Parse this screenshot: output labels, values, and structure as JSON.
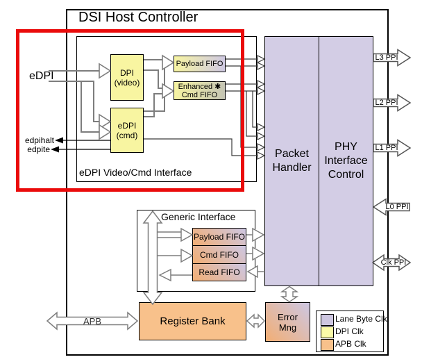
{
  "title": "DSI Host Controller",
  "blocks": {
    "dpi_video": {
      "line1": "DPI",
      "line2": "(video)"
    },
    "edpi_cmd": {
      "line1": "eDPI",
      "line2": "(cmd)"
    },
    "payload_fifo_video": {
      "label": "Payload FIFO"
    },
    "enhanced_cmd_fifo": {
      "line1": "Enhanced ✱",
      "line2": "Cmd FIFO"
    },
    "packet_handler": {
      "line1": "Packet",
      "line2": "Handler"
    },
    "phy_interface_control": {
      "line1": "PHY",
      "line2": "Interface",
      "line3": "Control"
    },
    "payload_fifo_generic": {
      "label": "Payload FIFO"
    },
    "cmd_fifo": {
      "label": "Cmd FIFO"
    },
    "read_fifo": {
      "label": "Read FIFO"
    },
    "register_bank": {
      "label": "Register Bank"
    },
    "error_mng": {
      "line1": "Error",
      "line2": "Mng"
    }
  },
  "sections": {
    "edpi_interface_label": "eDPI Video/Cmd Interface",
    "generic_interface_label": "Generic Interface"
  },
  "ports": {
    "edpi": "eDPI",
    "edpihalt": "edpihalt",
    "edpite": "edpite",
    "apb": "APB",
    "l3_ppi": "L3 PPI",
    "l2_ppi": "L2 PPI",
    "l1_ppi": "L1 PPI",
    "l0_ppi": "L0 PPI",
    "clk_ppi": "Clk PPI"
  },
  "legend": {
    "items": [
      {
        "label": "Lane Byte Clk",
        "color": "#cdc6e0"
      },
      {
        "label": "DPI Clk",
        "color": "#fafaa8"
      },
      {
        "label": "APB Clk",
        "color": "#f8c18b"
      }
    ]
  },
  "colors": {
    "highlight_red": "#ea0b0b",
    "lane_byte_clk_fill": "#d3cde5",
    "dpi_clk_fill": "#f8f5a1",
    "apb_clk_fill": "#f8c18b",
    "gradient_lavender": "#cdc7e3",
    "wire_gray": "#7d7d7d"
  }
}
